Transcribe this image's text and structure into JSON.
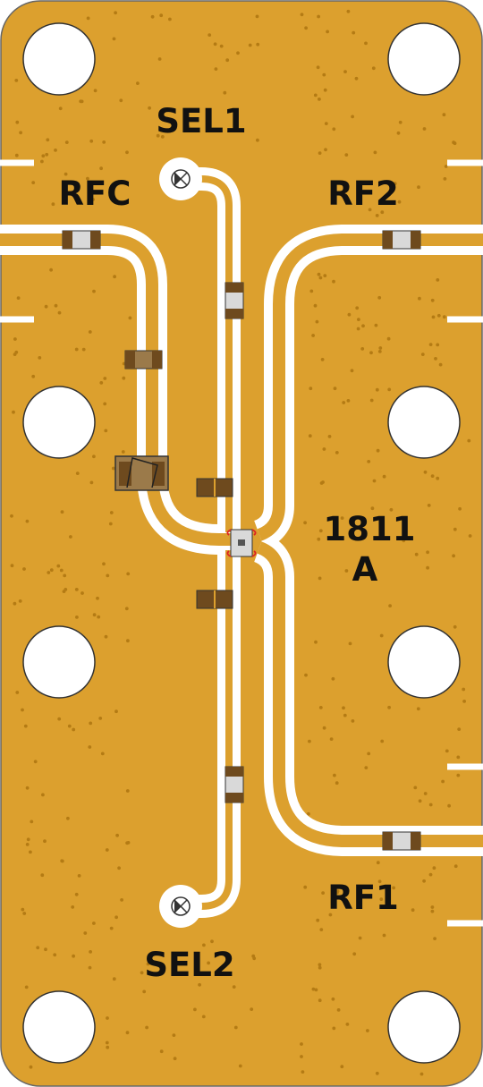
{
  "board": {
    "labels": {
      "sel1": "SEL1",
      "rfc": "RFC",
      "rf2": "RF2",
      "part_number": "1811",
      "revision": "A",
      "rf1": "RF1",
      "sel2": "SEL2"
    },
    "colors": {
      "substrate": "#DCA02E",
      "copper_gap": "#FFFFFF",
      "silkscreen": "#111111",
      "via": "#B47B14",
      "component_dark": "#6E4A1E",
      "component_body": "#D9D9D9",
      "outline": "#333333"
    }
  }
}
